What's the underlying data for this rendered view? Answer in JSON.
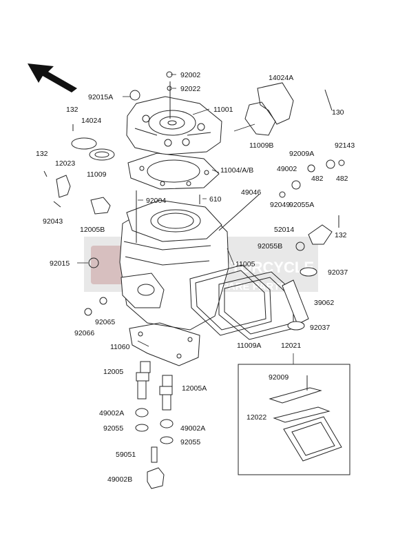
{
  "labels": {
    "92002": "92002",
    "92022": "92022",
    "14024A": "14024A",
    "92015A": "92015A",
    "11001": "11001",
    "132_a": "132",
    "130": "130",
    "14024": "14024",
    "11009B": "11009B",
    "92009A": "92009A",
    "92143": "92143",
    "132_b": "132",
    "12023": "12023",
    "11009": "11009",
    "11004": "11004/A/B",
    "49002": "49002",
    "482_a": "482",
    "482_b": "482",
    "49046": "49046",
    "610": "610",
    "92004": "92004",
    "92049": "92049",
    "92055A": "92055A",
    "92043": "92043",
    "12005B": "12005B",
    "52014": "52014",
    "132_c": "132",
    "92055B": "92055B",
    "11005": "11005",
    "92015": "92015",
    "92037_a": "92037",
    "39062": "39062",
    "92066": "92066",
    "92065": "92065",
    "92037_b": "92037",
    "11060": "11060",
    "11009A": "11009A",
    "12021": "12021",
    "12005": "12005",
    "92009": "92009",
    "12005A": "12005A",
    "12022": "12022",
    "49002A_a": "49002A",
    "49002A_b": "49002A",
    "92055_a": "92055",
    "92055_b": "92055",
    "59051": "59051",
    "49002B": "49002B"
  },
  "watermark": {
    "line1": "MOTORCYCLE",
    "line2": "SPARE PARTS"
  },
  "colors": {
    "ink": "#222222",
    "watermark_red": "#c9a8a8",
    "watermark_grey": "#c8c8c8"
  },
  "icons": {
    "orientation": "front-arrow-icon"
  }
}
